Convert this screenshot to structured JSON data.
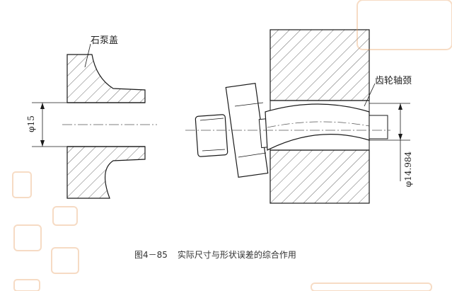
{
  "labels": {
    "left_part": "石泵盖",
    "right_part": "齿轮轴颈",
    "left_dim": "φ15",
    "right_dim": "φ14.984"
  },
  "caption": {
    "number": "图4－85",
    "text": "实际尺寸与形状误差的综合作用"
  },
  "colors": {
    "line": "#1a1a1a",
    "hatch": "#333333",
    "watermark": "#e89a5a",
    "caption": "#333333"
  }
}
